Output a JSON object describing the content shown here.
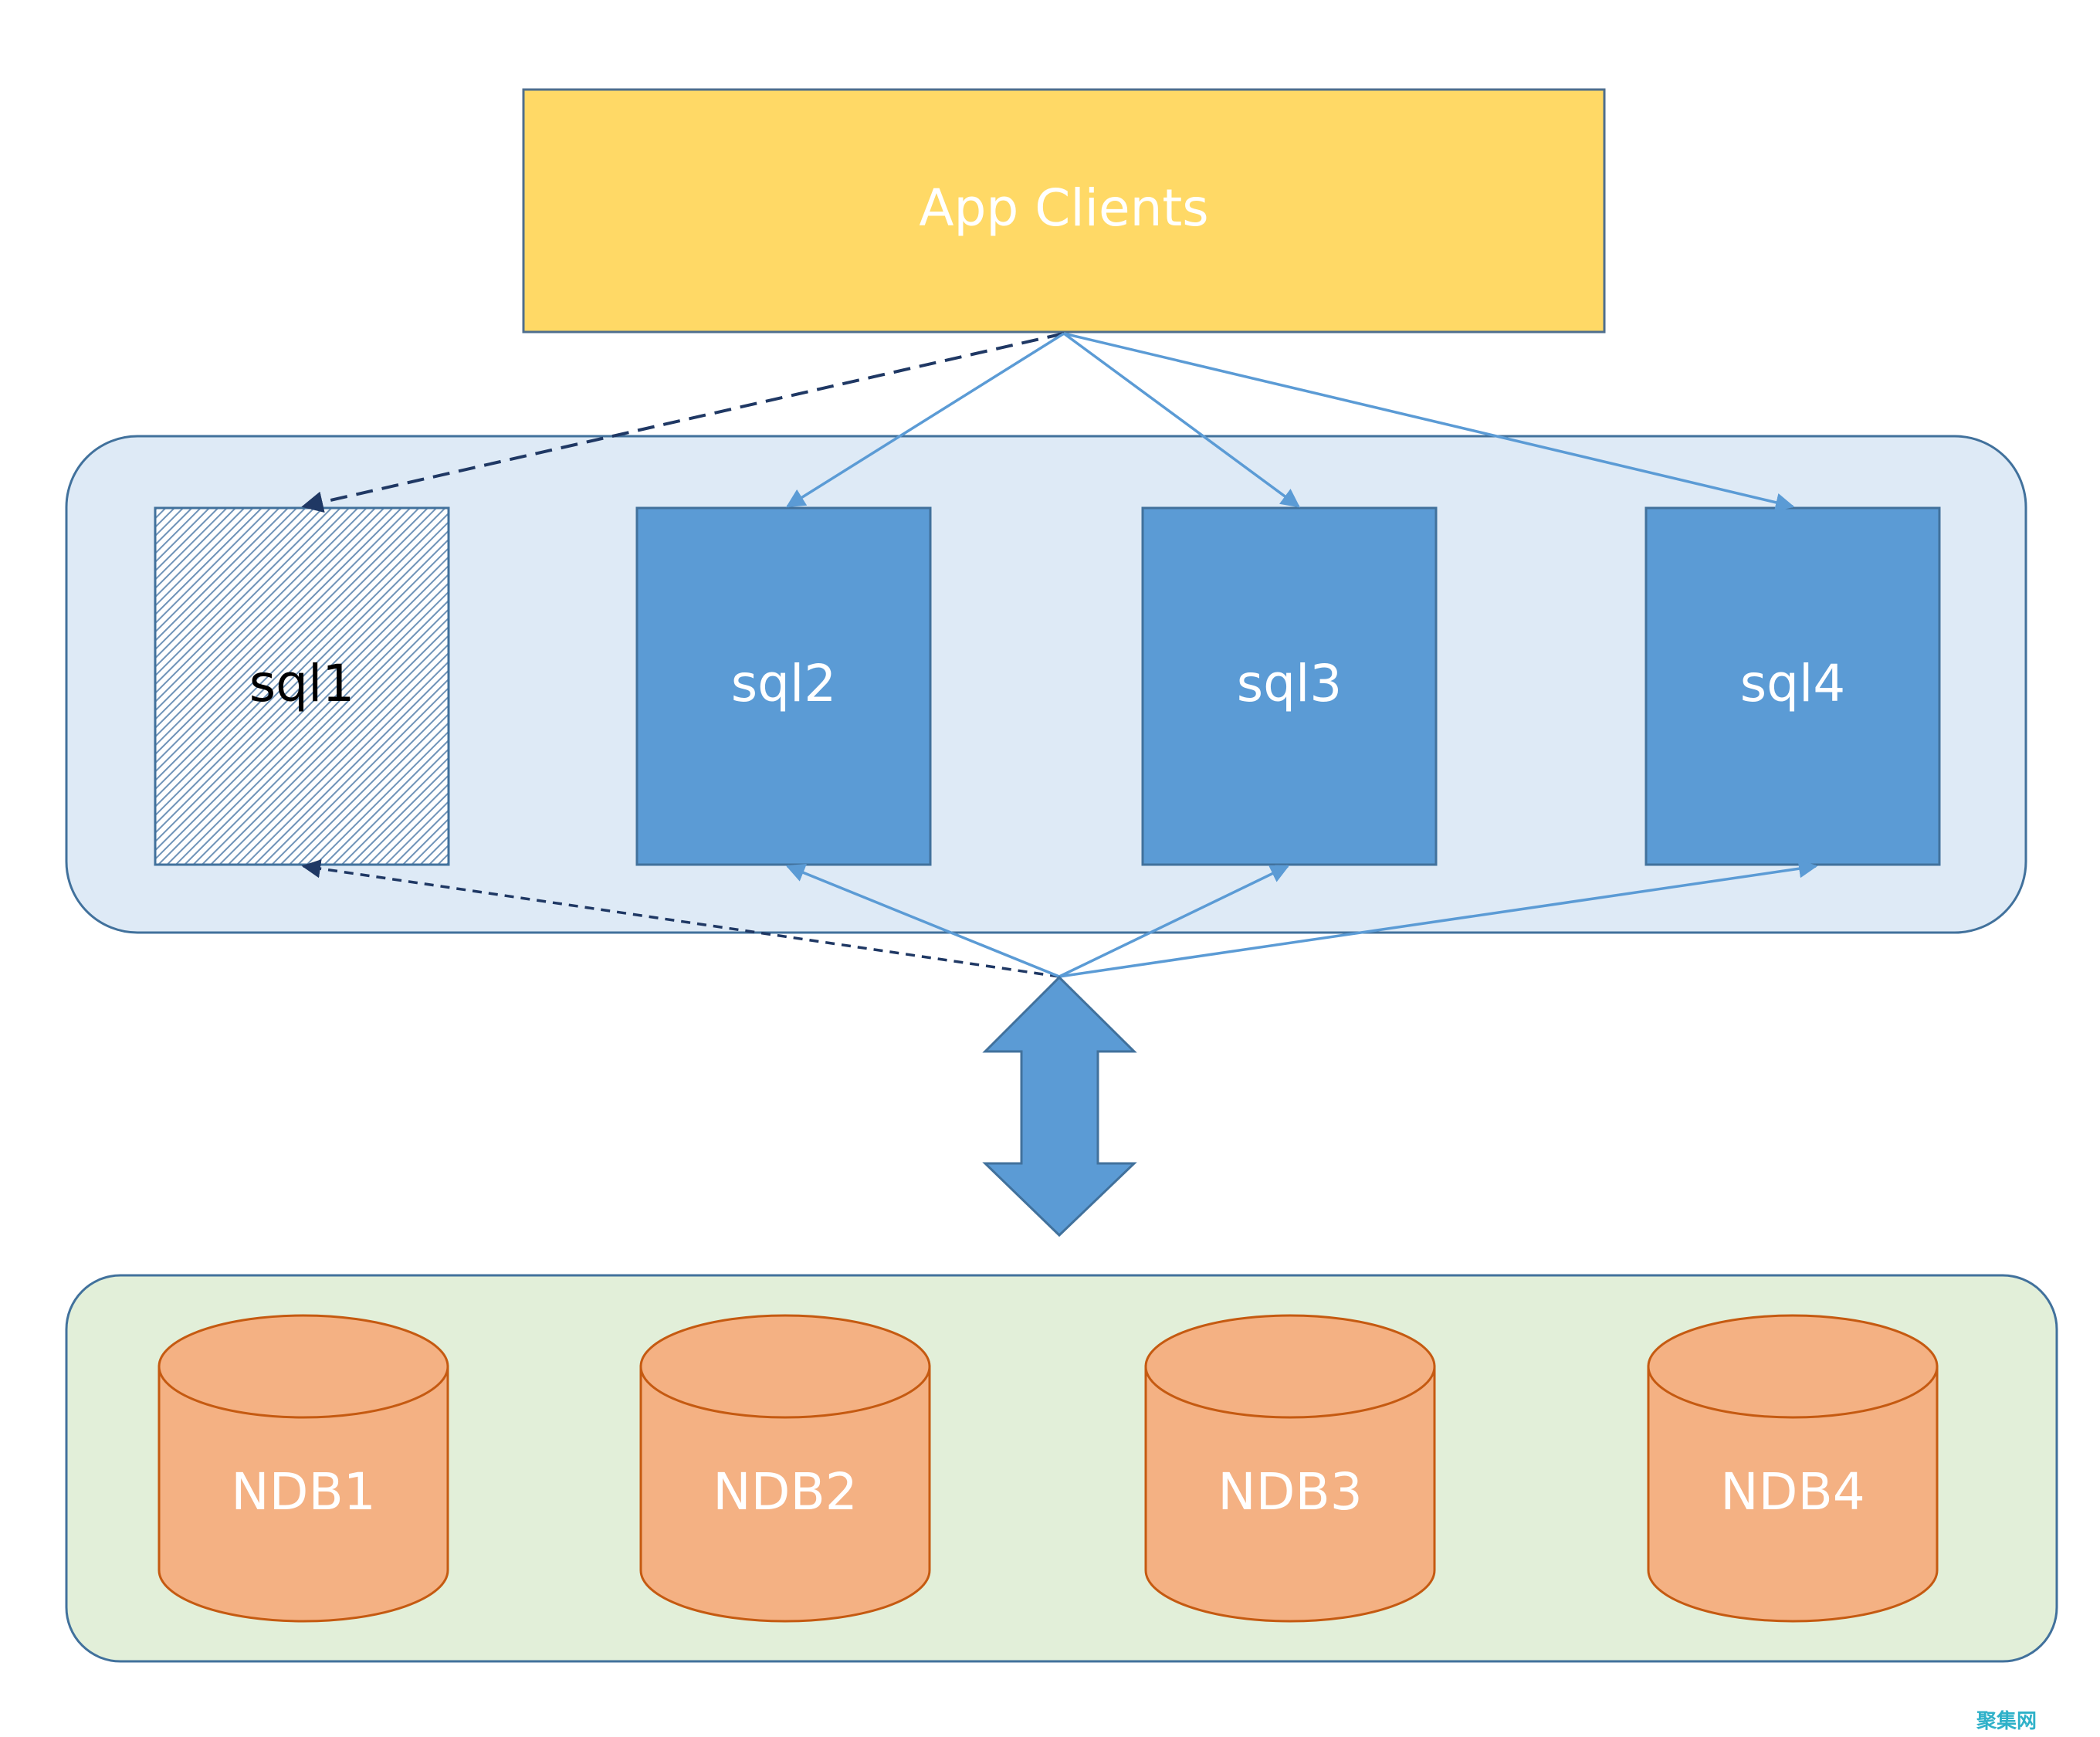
{
  "clients": {
    "label": "App Clients"
  },
  "sql_nodes": [
    {
      "id": "sql1",
      "label": "sql1",
      "state": "inactive"
    },
    {
      "id": "sql2",
      "label": "sql2",
      "state": "active"
    },
    {
      "id": "sql3",
      "label": "sql3",
      "state": "active"
    },
    {
      "id": "sql4",
      "label": "sql4",
      "state": "active"
    }
  ],
  "data_nodes": [
    {
      "id": "ndb1",
      "label": "NDB1"
    },
    {
      "id": "ndb2",
      "label": "NDB2"
    },
    {
      "id": "ndb3",
      "label": "NDB3"
    },
    {
      "id": "ndb4",
      "label": "NDB4"
    }
  ],
  "watermark": {
    "text": "聚集网"
  },
  "colors": {
    "clients_fill": "#ffd966",
    "clients_stroke": "#4e6e8e",
    "sql_group_fill": "#deeaf6",
    "sql_group_stroke": "#41719c",
    "sql_active_fill": "#5b9bd5",
    "sql_active_stroke": "#41719c",
    "sql_inactive_stroke": "#41719c",
    "connector_active": "#5b9bd5",
    "connector_inactive": "#1f3864",
    "ndb_group_fill": "#e2efd9",
    "ndb_group_stroke": "#41719c",
    "ndb_fill": "#f4b183",
    "ndb_stroke": "#c55a11",
    "text_light": "#ffffff",
    "text_dark": "#000000"
  }
}
